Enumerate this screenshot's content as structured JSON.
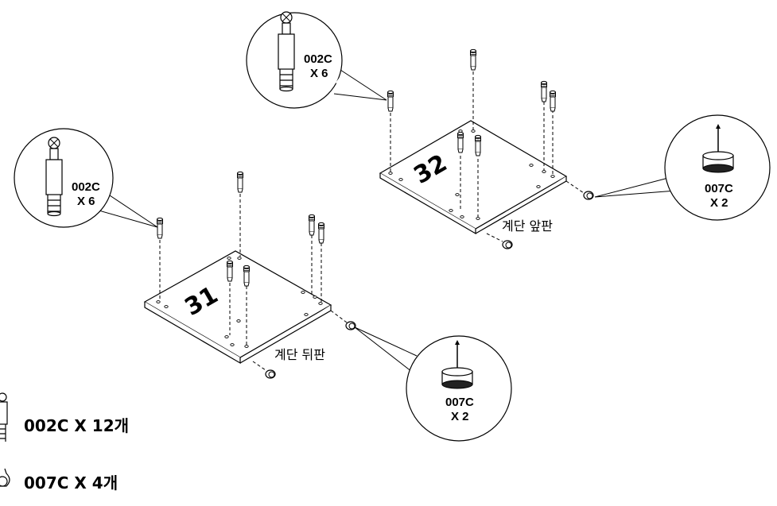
{
  "panels": [
    {
      "number": "31",
      "label": "계단 뒤판"
    },
    {
      "number": "32",
      "label": "계단 앞판"
    }
  ],
  "callouts": [
    {
      "part": "002C",
      "qty": "X 6"
    },
    {
      "part": "002C",
      "qty": "X 6"
    },
    {
      "part": "007C",
      "qty": "X 2"
    },
    {
      "part": "007C",
      "qty": "X 2"
    }
  ],
  "legend": [
    {
      "icon": "cam-dowel-icon",
      "text": "002C X 12개"
    },
    {
      "icon": "leveler-foot-icon",
      "text": "007C X 4개"
    }
  ]
}
